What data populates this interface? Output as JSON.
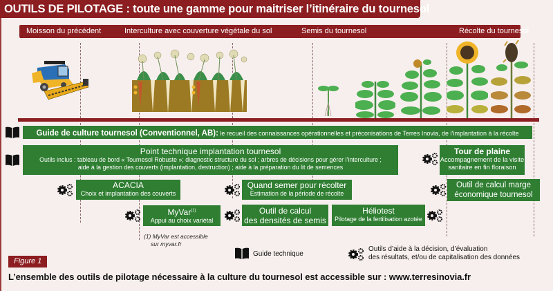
{
  "title": "OUTILS DE PILOTAGE : toute une gamme pour maitriser l’itinéraire du tournesol",
  "phases": [
    {
      "label": "Moisson du précédent"
    },
    {
      "label": "Interculture avec couverture végétale du sol"
    },
    {
      "label": "Semis du tournesol"
    },
    {
      "label": "Récolte du tournesol"
    }
  ],
  "illustrations": {
    "harvester": "combine-harvester",
    "cover_crop": "cover-crop-in-soil",
    "sunflower_stages": [
      "seedling",
      "young-plant",
      "budding",
      "flowering",
      "mature"
    ]
  },
  "tools": {
    "guide_culture": {
      "title": "Guide de culture tournesol (Conventionnel, AB):",
      "desc": " le recueil des connaissances opérationnelles et préconisations de Terres Inovia, de l’implantation à la récolte",
      "type": "guide"
    },
    "point_technique": {
      "title": "Point technique implantation tournesol",
      "line1": "Outils inclus : tableau de bord « Tournesol Robuste »; diagnostic structure du sol ; arbres de décisions pour gérer l’interculture ;",
      "line2": "aide à la gestion des couverts (implantation, destruction) ; aide à la préparation du lit de semences",
      "type": "guide"
    },
    "tour_de_plaine": {
      "title": "Tour de plaine",
      "line1": "Accompagnement de la visite",
      "line2": "sanitaire en fin floraison",
      "type": "tool"
    },
    "acacia": {
      "title": "ACACIA",
      "desc": "Choix et implantation des couverts",
      "type": "tool"
    },
    "quand_semer": {
      "title": "Quand semer pour récolter",
      "desc": "Estimation de la période de récolte",
      "type": "tool"
    },
    "marge": {
      "line1": "Outil de calcul marge",
      "line2": "économique tournesol",
      "type": "tool"
    },
    "myvar": {
      "title": "MyVar",
      "sup": "(1)",
      "desc": "Appui au choix variétal",
      "type": "tool"
    },
    "densites": {
      "line1": "Outil de calcul",
      "line2": "des densités de semis",
      "type": "tool"
    },
    "heliotest": {
      "title": "Héliotest",
      "desc": "Pilotage de la fertilisation azotée",
      "type": "tool"
    }
  },
  "footnote": {
    "line1": "(1) MyVar est accessible",
    "line2": "sur myvar.fr"
  },
  "legend": {
    "guide_label": "Guide technique",
    "tool_line1": "Outils d’aide à la décision, d’évaluation",
    "tool_line2": "des résultats, et/ou de capitalisation des données"
  },
  "caption": {
    "tag": "Figure 1",
    "text": "L’ensemble des outils de pilotage nécessaire à la culture du tournesol est accessible sur : www.terresinovia.fr"
  },
  "colors": {
    "brand_red": "#8c1d20",
    "tool_green": "#2f7e32",
    "background": "#f7efed"
  }
}
